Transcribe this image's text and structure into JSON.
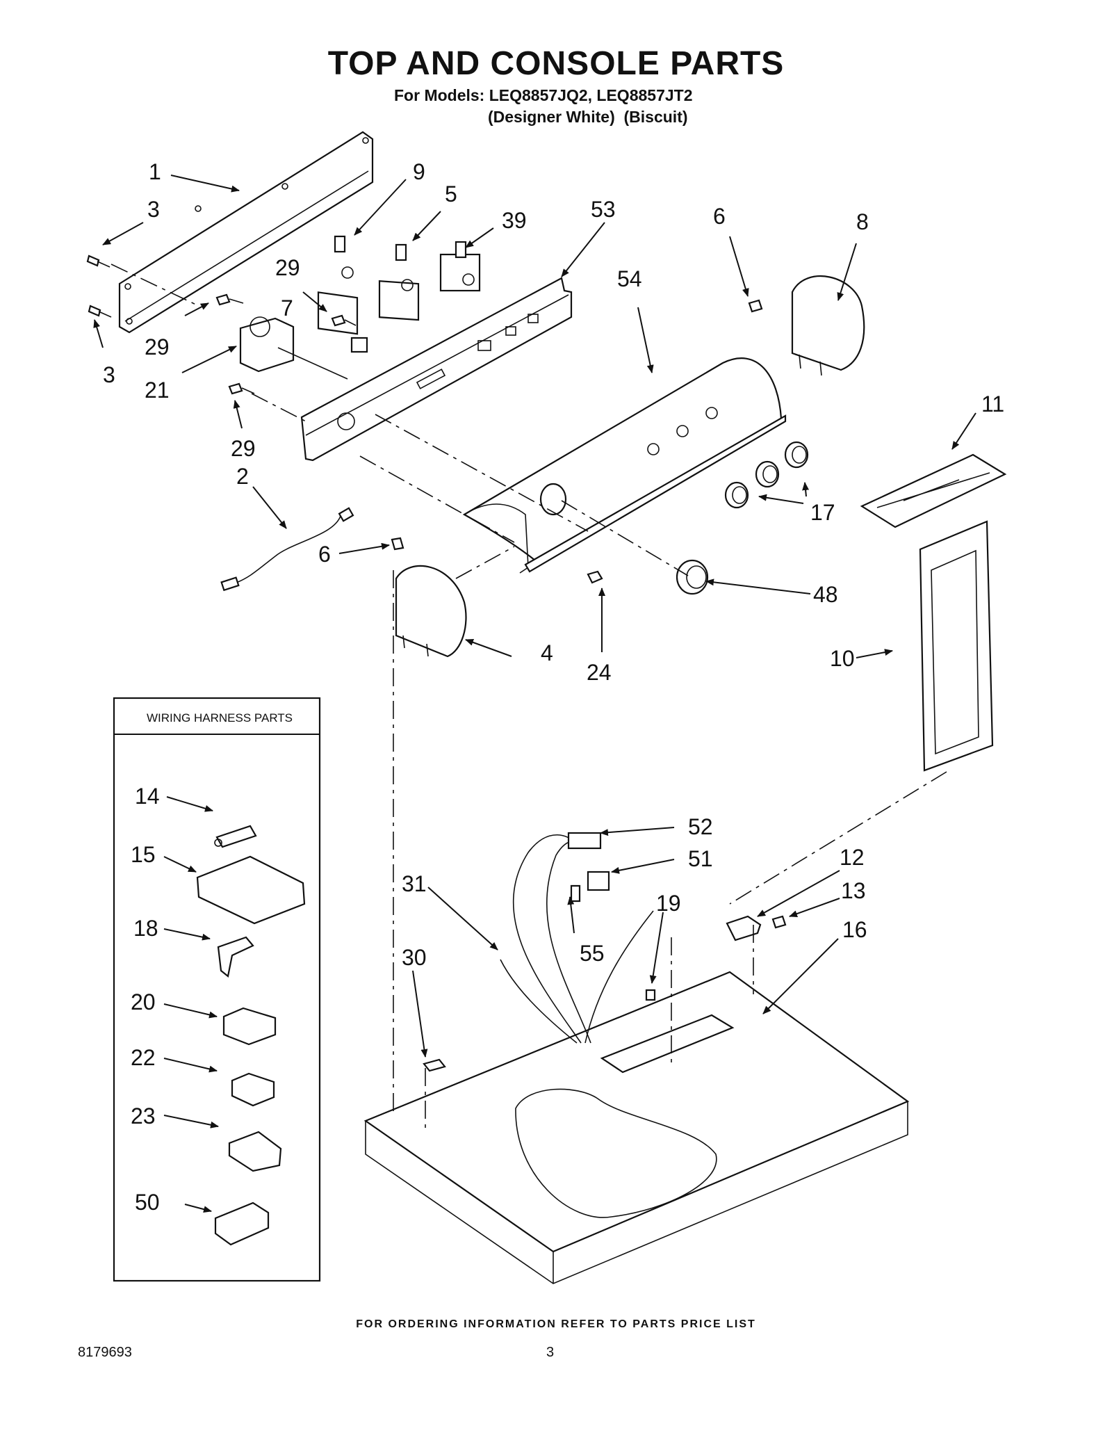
{
  "header": {
    "title": "TOP AND CONSOLE PARTS",
    "models_line": "For Models: LEQ8857JQ2, LEQ8857JT2",
    "variants_line": "(Designer White)  (Biscuit)"
  },
  "wiring_box": {
    "title": "WIRING HARNESS PARTS"
  },
  "callouts": {
    "c1": "1",
    "c3a": "3",
    "c3b": "3",
    "c9": "9",
    "c5": "5",
    "c39": "39",
    "c53": "53",
    "c6a": "6",
    "c8": "8",
    "c29a": "29",
    "c29b": "29",
    "c29c": "29",
    "c7": "7",
    "c21": "21",
    "c54": "54",
    "c11": "11",
    "c17": "17",
    "c2": "2",
    "c6b": "6",
    "c48": "48",
    "c24": "24",
    "c4": "4",
    "c10": "10",
    "c14": "14",
    "c15": "15",
    "c18": "18",
    "c20": "20",
    "c22": "22",
    "c23": "23",
    "c50": "50",
    "c52": "52",
    "c51": "51",
    "c31": "31",
    "c12": "12",
    "c13": "13",
    "c19": "19",
    "c16": "16",
    "c55": "55",
    "c30": "30"
  },
  "footer": {
    "note": "FOR ORDERING INFORMATION REFER TO PARTS PRICE LIST",
    "doc_number": "8179693",
    "page_number": "3"
  }
}
